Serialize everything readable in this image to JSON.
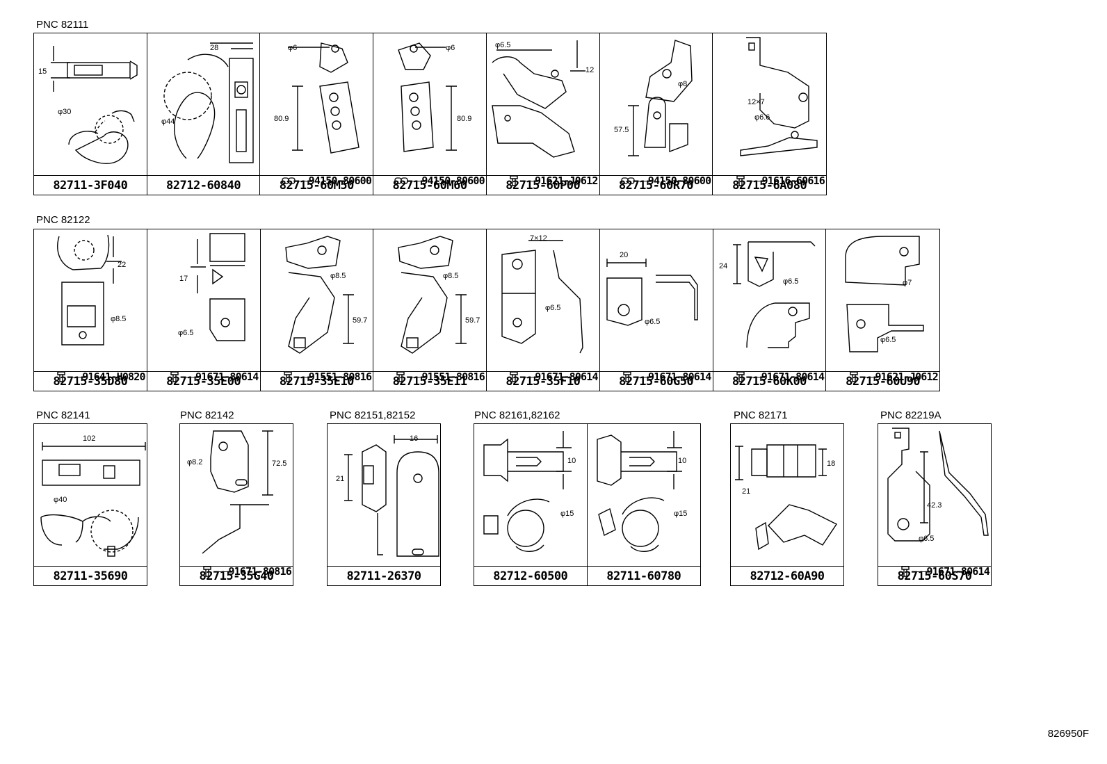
{
  "groups": [
    {
      "pnc": "PNC 82111",
      "cells": [
        {
          "part": "82711-3F040",
          "sub": "",
          "sub_icon": "",
          "dims": [
            "15",
            "φ30"
          ]
        },
        {
          "part": "82712-60840",
          "sub": "",
          "sub_icon": "",
          "dims": [
            "28",
            "φ44"
          ]
        },
        {
          "part": "82715-60M50",
          "sub": "94150-80600",
          "sub_icon": "nut-icon",
          "dims": [
            "φ6",
            "80.9"
          ]
        },
        {
          "part": "82715-60M60",
          "sub": "94150-80600",
          "sub_icon": "nut-icon",
          "dims": [
            "φ6",
            "80.9"
          ]
        },
        {
          "part": "82715-60P00",
          "sub": "91621-J0612",
          "sub_icon": "bolt-icon",
          "dims": [
            "φ6.5",
            "12"
          ]
        },
        {
          "part": "82715-60R70",
          "sub": "94150-80600",
          "sub_icon": "nut-icon",
          "dims": [
            "φ8",
            "57.5"
          ]
        },
        {
          "part": "82715-6A080",
          "sub": "91616-60616",
          "sub_icon": "bolt-icon",
          "dims": [
            "12×7",
            "φ6.6"
          ]
        }
      ]
    },
    {
      "pnc": "PNC 82122",
      "cells": [
        {
          "part": "82715-35D80",
          "sub": "91641-H0820",
          "sub_icon": "bolt-icon",
          "dims": [
            "22",
            "φ8.5"
          ]
        },
        {
          "part": "82715-35E00",
          "sub": "91671-80614",
          "sub_icon": "bolt-icon",
          "dims": [
            "17",
            "φ6.5"
          ]
        },
        {
          "part": "82715-35E10",
          "sub": "91551-80816",
          "sub_icon": "bolt-icon",
          "dims": [
            "φ8.5",
            "59.7"
          ]
        },
        {
          "part": "82715-35E11",
          "sub": "91551-80816",
          "sub_icon": "bolt-icon",
          "dims": [
            "φ8.5",
            "59.7"
          ]
        },
        {
          "part": "82715-35F10",
          "sub": "91671-80614",
          "sub_icon": "bolt-icon",
          "dims": [
            "7×12",
            "φ6.5"
          ]
        },
        {
          "part": "82715-60G50",
          "sub": "91671-80614",
          "sub_icon": "bolt-icon",
          "dims": [
            "20",
            "φ6.5"
          ]
        },
        {
          "part": "82715-60K00",
          "sub": "91671-80614",
          "sub_icon": "bolt-icon",
          "dims": [
            "24",
            "φ6.5"
          ]
        },
        {
          "part": "82715-60U90",
          "sub": "91621-J0612",
          "sub_icon": "bolt-icon",
          "dims": [
            "φ7",
            "φ6.5"
          ]
        }
      ]
    },
    {
      "pnc": "PNC 82141",
      "cells": [
        {
          "part": "82711-35690",
          "sub": "",
          "sub_icon": "",
          "dims": [
            "102",
            "φ40"
          ]
        }
      ]
    },
    {
      "pnc": "PNC 82142",
      "cells": [
        {
          "part": "82715-35G40",
          "sub": "91671-80816",
          "sub_icon": "bolt-icon",
          "dims": [
            "φ8.2",
            "72.5"
          ]
        }
      ]
    },
    {
      "pnc": "PNC 82151,82152",
      "cells": [
        {
          "part": "82711-26370",
          "sub": "",
          "sub_icon": "",
          "dims": [
            "16",
            "21"
          ]
        }
      ]
    },
    {
      "pnc": "PNC 82161,82162",
      "cells": [
        {
          "part": "82712-60500",
          "sub": "",
          "sub_icon": "",
          "dims": [
            "10",
            "φ15"
          ]
        },
        {
          "part": "82711-60780",
          "sub": "",
          "sub_icon": "",
          "dims": [
            "10",
            "φ15"
          ]
        }
      ]
    },
    {
      "pnc": "PNC 82171",
      "cells": [
        {
          "part": "82712-60A90",
          "sub": "",
          "sub_icon": "",
          "dims": [
            "18",
            "21"
          ]
        }
      ]
    },
    {
      "pnc": "PNC 82219A",
      "cells": [
        {
          "part": "82715-60S70",
          "sub": "91671-80614",
          "sub_icon": "bolt-icon",
          "dims": [
            "42.3",
            "φ6.5"
          ]
        }
      ]
    }
  ],
  "illustration_id": "826950F"
}
